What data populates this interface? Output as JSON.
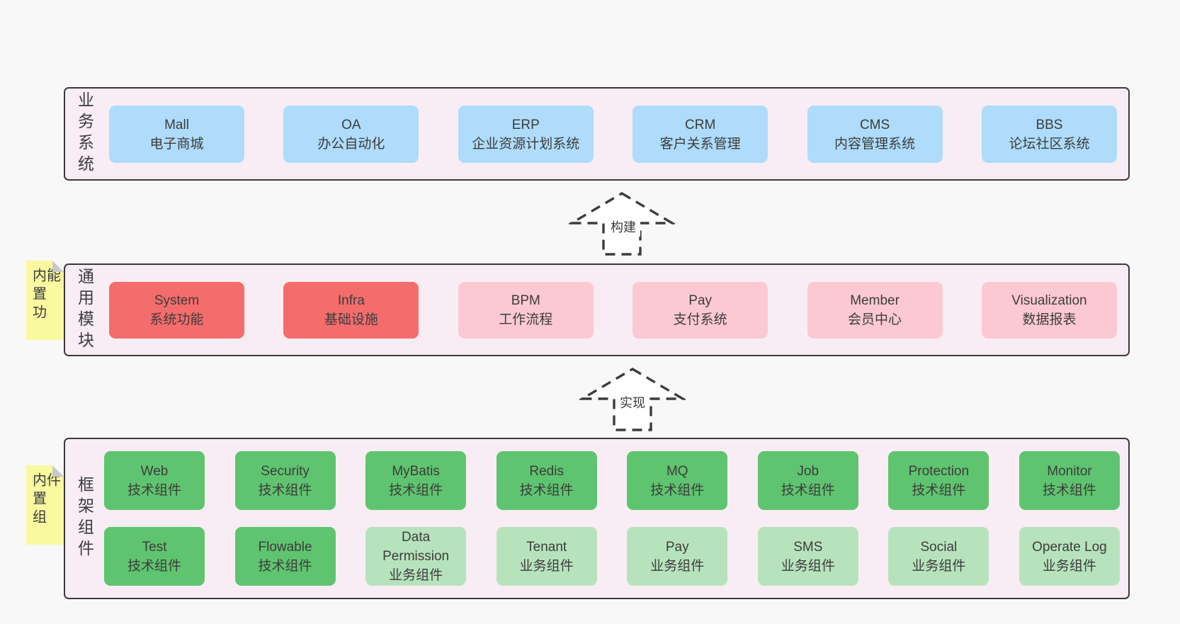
{
  "colors": {
    "page_bg": "#f8f8f8",
    "panel_bg": "#f8edf5",
    "panel_border": "#3a3a3a",
    "blue": "#aedcfa",
    "red": "#f56c6c",
    "pink": "#fcc9d3",
    "green": "#5fc46f",
    "green_light": "#b7e3bc",
    "yellow": "#f9f9a0",
    "fold": "#c9c9c9",
    "text": "#3c3c3c",
    "arrow": "#3c3c3c",
    "arrow_fill": "#ffffff"
  },
  "layers": [
    {
      "id": "business",
      "label": "业务系统",
      "rows": [
        [
          {
            "title": "Mall",
            "subtitle": "电子商城"
          },
          {
            "title": "OA",
            "subtitle": "办公自动化"
          },
          {
            "title": "ERP",
            "subtitle": "企业资源计划系统"
          },
          {
            "title": "CRM",
            "subtitle": "客户关系管理"
          },
          {
            "title": "CMS",
            "subtitle": "内容管理系统"
          },
          {
            "title": "BBS",
            "subtitle": "论坛社区系统"
          }
        ]
      ]
    },
    {
      "id": "modules",
      "label": "通用模块",
      "note": "内置功能",
      "rows": [
        [
          {
            "title": "System",
            "subtitle": "系统功能"
          },
          {
            "title": "Infra",
            "subtitle": "基础设施"
          },
          {
            "title": "BPM",
            "subtitle": "工作流程"
          },
          {
            "title": "Pay",
            "subtitle": "支付系统"
          },
          {
            "title": "Member",
            "subtitle": "会员中心"
          },
          {
            "title": "Visualization",
            "subtitle": "数据报表"
          }
        ]
      ]
    },
    {
      "id": "components",
      "label": "框架组件",
      "note": "内置组件",
      "rows": [
        [
          {
            "title": "Web",
            "subtitle": "技术组件"
          },
          {
            "title": "Security",
            "subtitle": "技术组件"
          },
          {
            "title": "MyBatis",
            "subtitle": "技术组件"
          },
          {
            "title": "Redis",
            "subtitle": "技术组件"
          },
          {
            "title": "MQ",
            "subtitle": "技术组件"
          },
          {
            "title": "Job",
            "subtitle": "技术组件"
          },
          {
            "title": "Protection",
            "subtitle": "技术组件"
          },
          {
            "title": "Monitor",
            "subtitle": "技术组件"
          }
        ],
        [
          {
            "title": "Test",
            "subtitle": "技术组件"
          },
          {
            "title": "Flowable",
            "subtitle": "技术组件"
          },
          {
            "title": "Data Permission",
            "subtitle": "业务组件"
          },
          {
            "title": "Tenant",
            "subtitle": "业务组件"
          },
          {
            "title": "Pay",
            "subtitle": "业务组件"
          },
          {
            "title": "SMS",
            "subtitle": "业务组件"
          },
          {
            "title": "Social",
            "subtitle": "业务组件"
          },
          {
            "title": "Operate Log",
            "subtitle": "业务组件"
          }
        ]
      ]
    }
  ],
  "arrows": [
    {
      "label": "构建"
    },
    {
      "label": "实现"
    }
  ]
}
